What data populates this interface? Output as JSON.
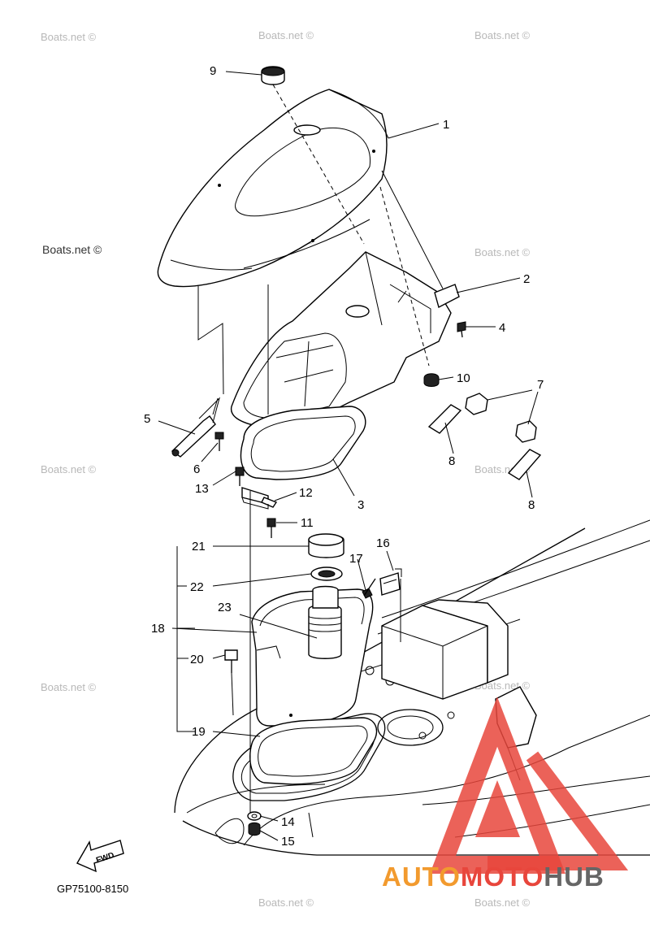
{
  "watermarks": [
    "Boats.net ©"
  ],
  "diagram_code": "GP75100-8150",
  "fwd_label": "FWD",
  "brand": {
    "part1": "AUTO",
    "part2": "MOTO",
    "part3": "HUB",
    "color_red": "#e8463c",
    "color_orange": "#f29a2e",
    "color_gray": "#666666"
  },
  "callouts": {
    "c1": "1",
    "c2": "2",
    "c3": "3",
    "c4": "4",
    "c5": "5",
    "c6": "6",
    "c7": "7",
    "c8a": "8",
    "c8b": "8",
    "c9": "9",
    "c10": "10",
    "c11": "11",
    "c12": "12",
    "c13": "13",
    "c14": "14",
    "c15": "15",
    "c16": "16",
    "c17": "17",
    "c18": "18",
    "c19": "19",
    "c20": "20",
    "c21": "21",
    "c22": "22",
    "c23": "23"
  }
}
